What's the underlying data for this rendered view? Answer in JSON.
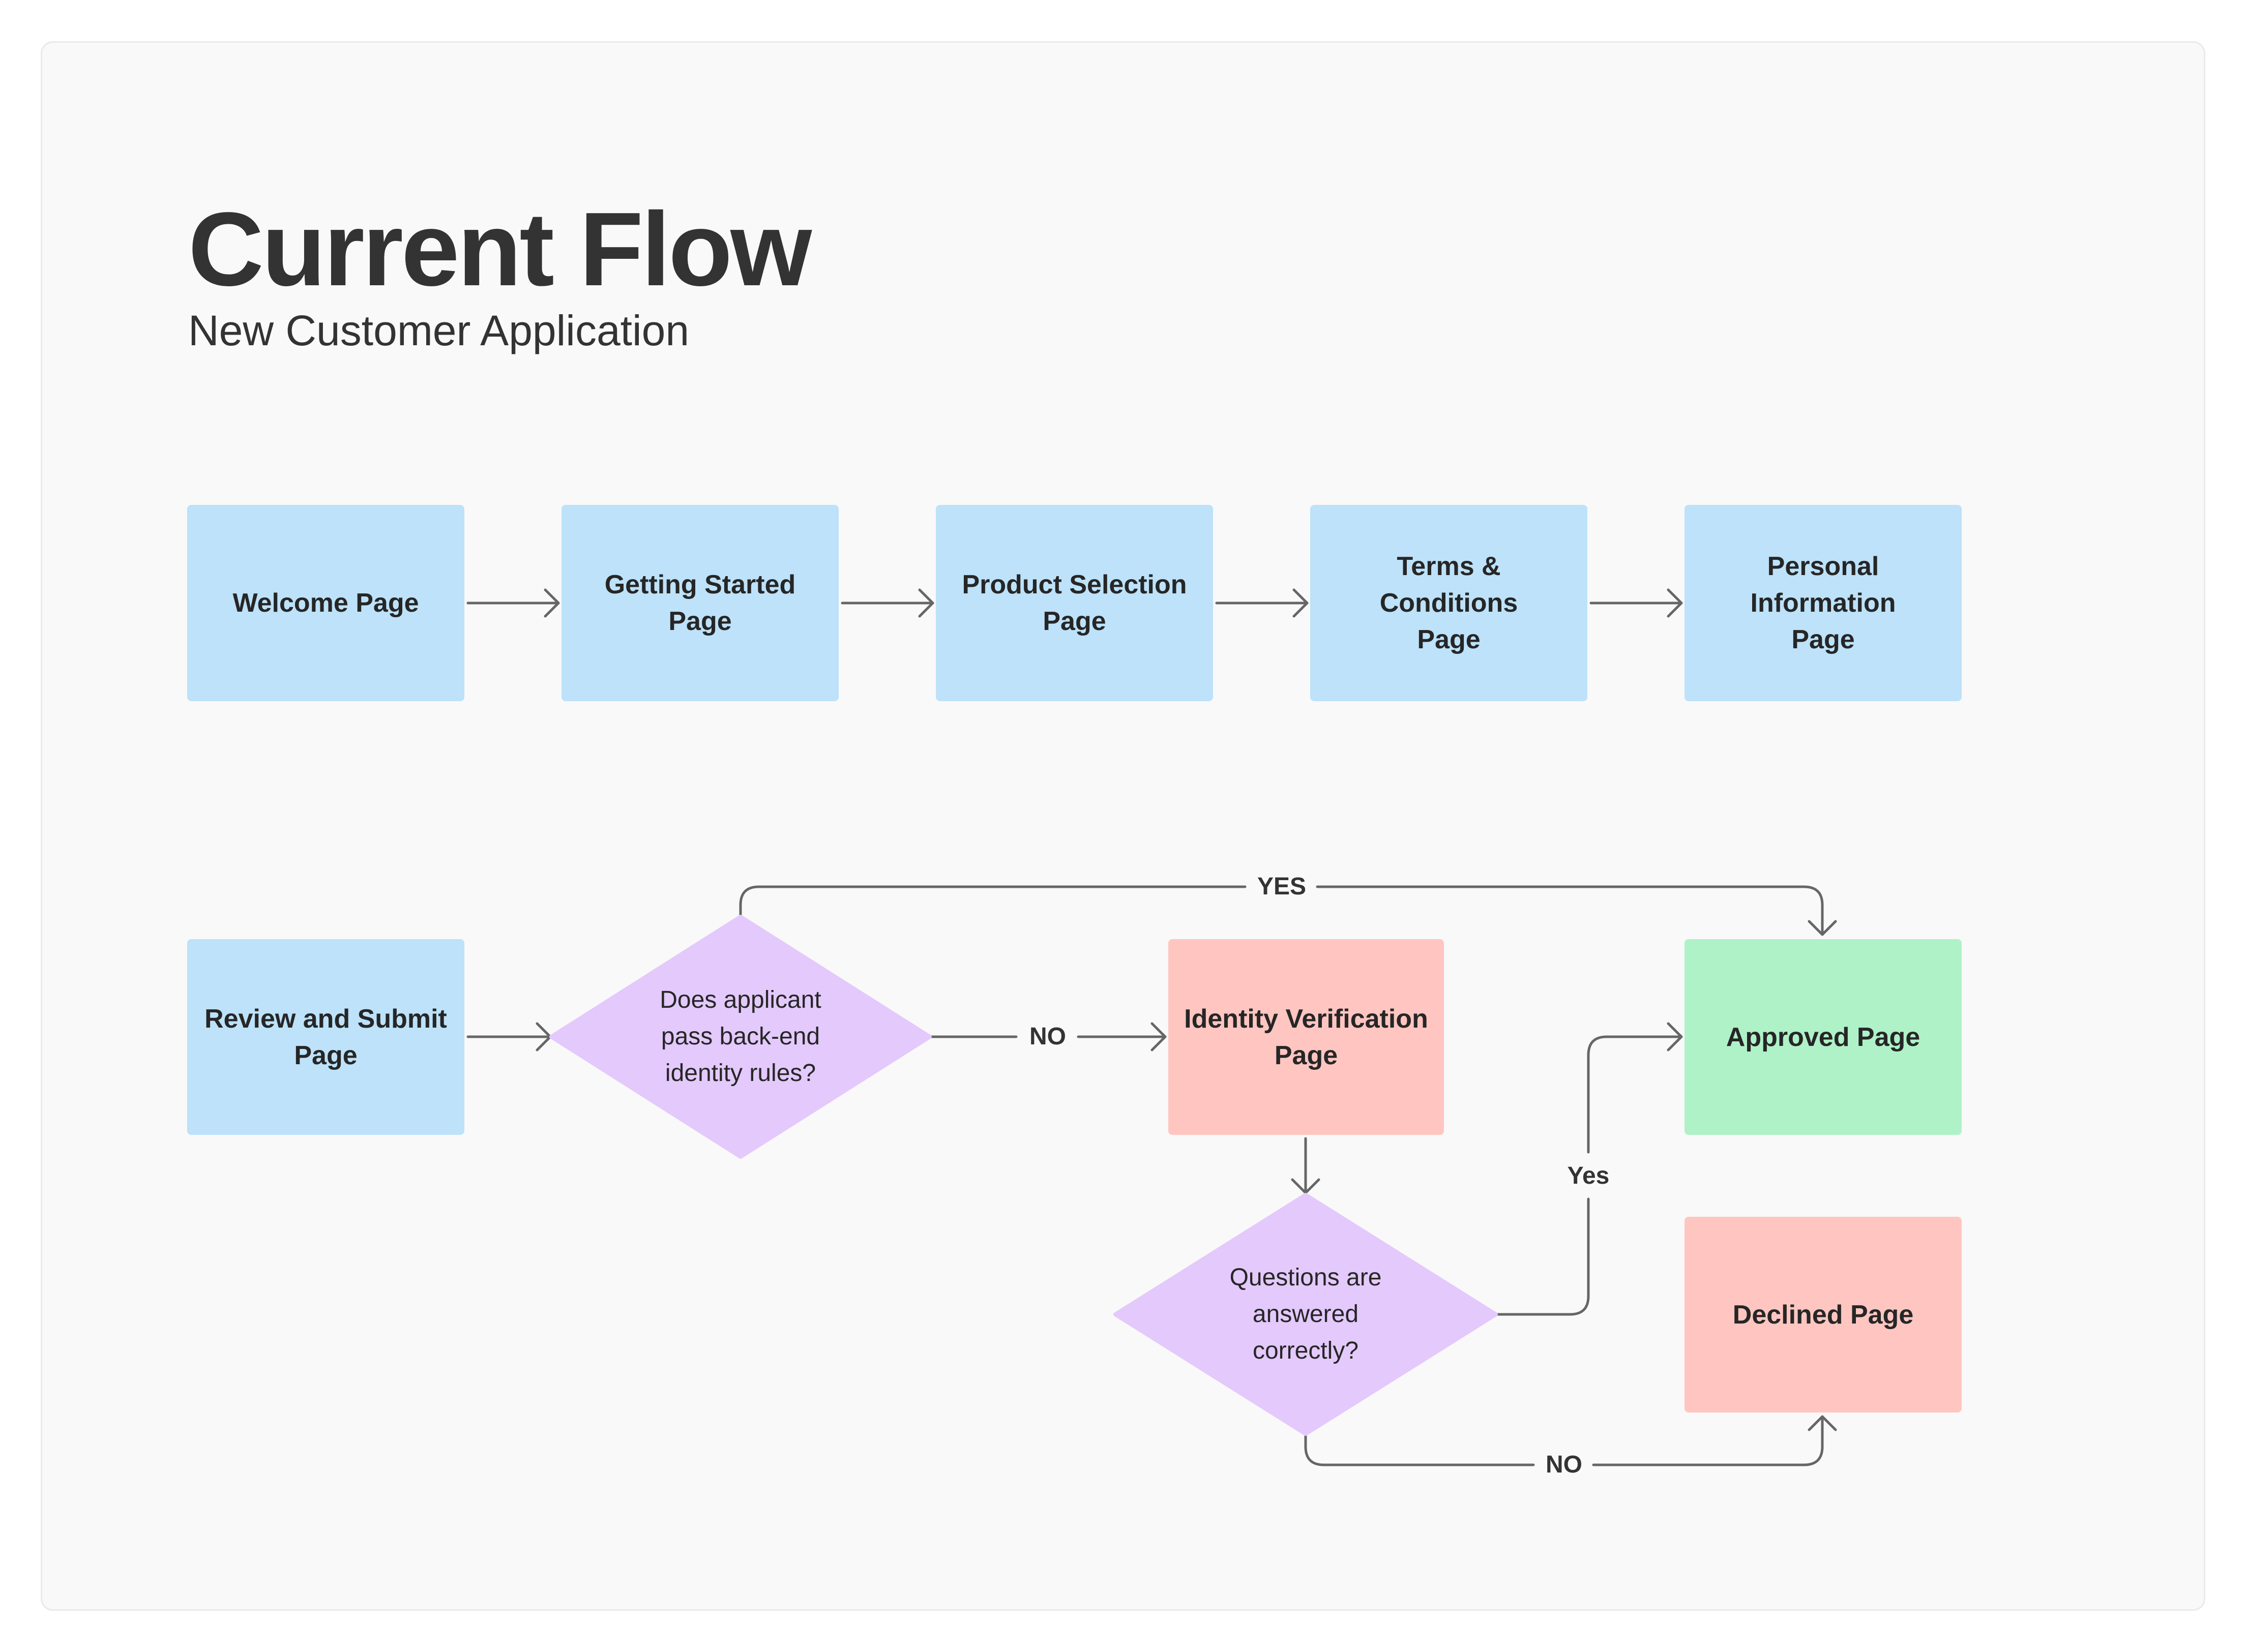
{
  "header": {
    "title": "Current Flow",
    "subtitle": "New Customer Application"
  },
  "colors": {
    "page_blue": "#bde2fa",
    "decision_purple": "#e4c9fc",
    "verification_pink": "#ffc6c1",
    "approved_green": "#aff2c8",
    "connector_gray": "#666666",
    "canvas": "#f9f9f9"
  },
  "nodes": {
    "welcome": "Welcome Page",
    "getting_started": "Getting Started Page",
    "product_selection": "Product Selection\nPage",
    "terms": "Terms & Conditions\nPage",
    "personal_info": "Personal Information\nPage",
    "review_submit": "Review and Submit\nPage",
    "identity_verification": "Identity Verification\nPage",
    "approved": "Approved Page",
    "declined": "Declined Page"
  },
  "decisions": {
    "identity_rules": "Does applicant\npass back-end\nidentity rules?",
    "questions_answered": "Questions are\nanswered\ncorrectly?"
  },
  "edge_labels": {
    "rules_yes": "YES",
    "rules_no": "NO",
    "questions_yes": "Yes",
    "questions_no": "NO"
  }
}
